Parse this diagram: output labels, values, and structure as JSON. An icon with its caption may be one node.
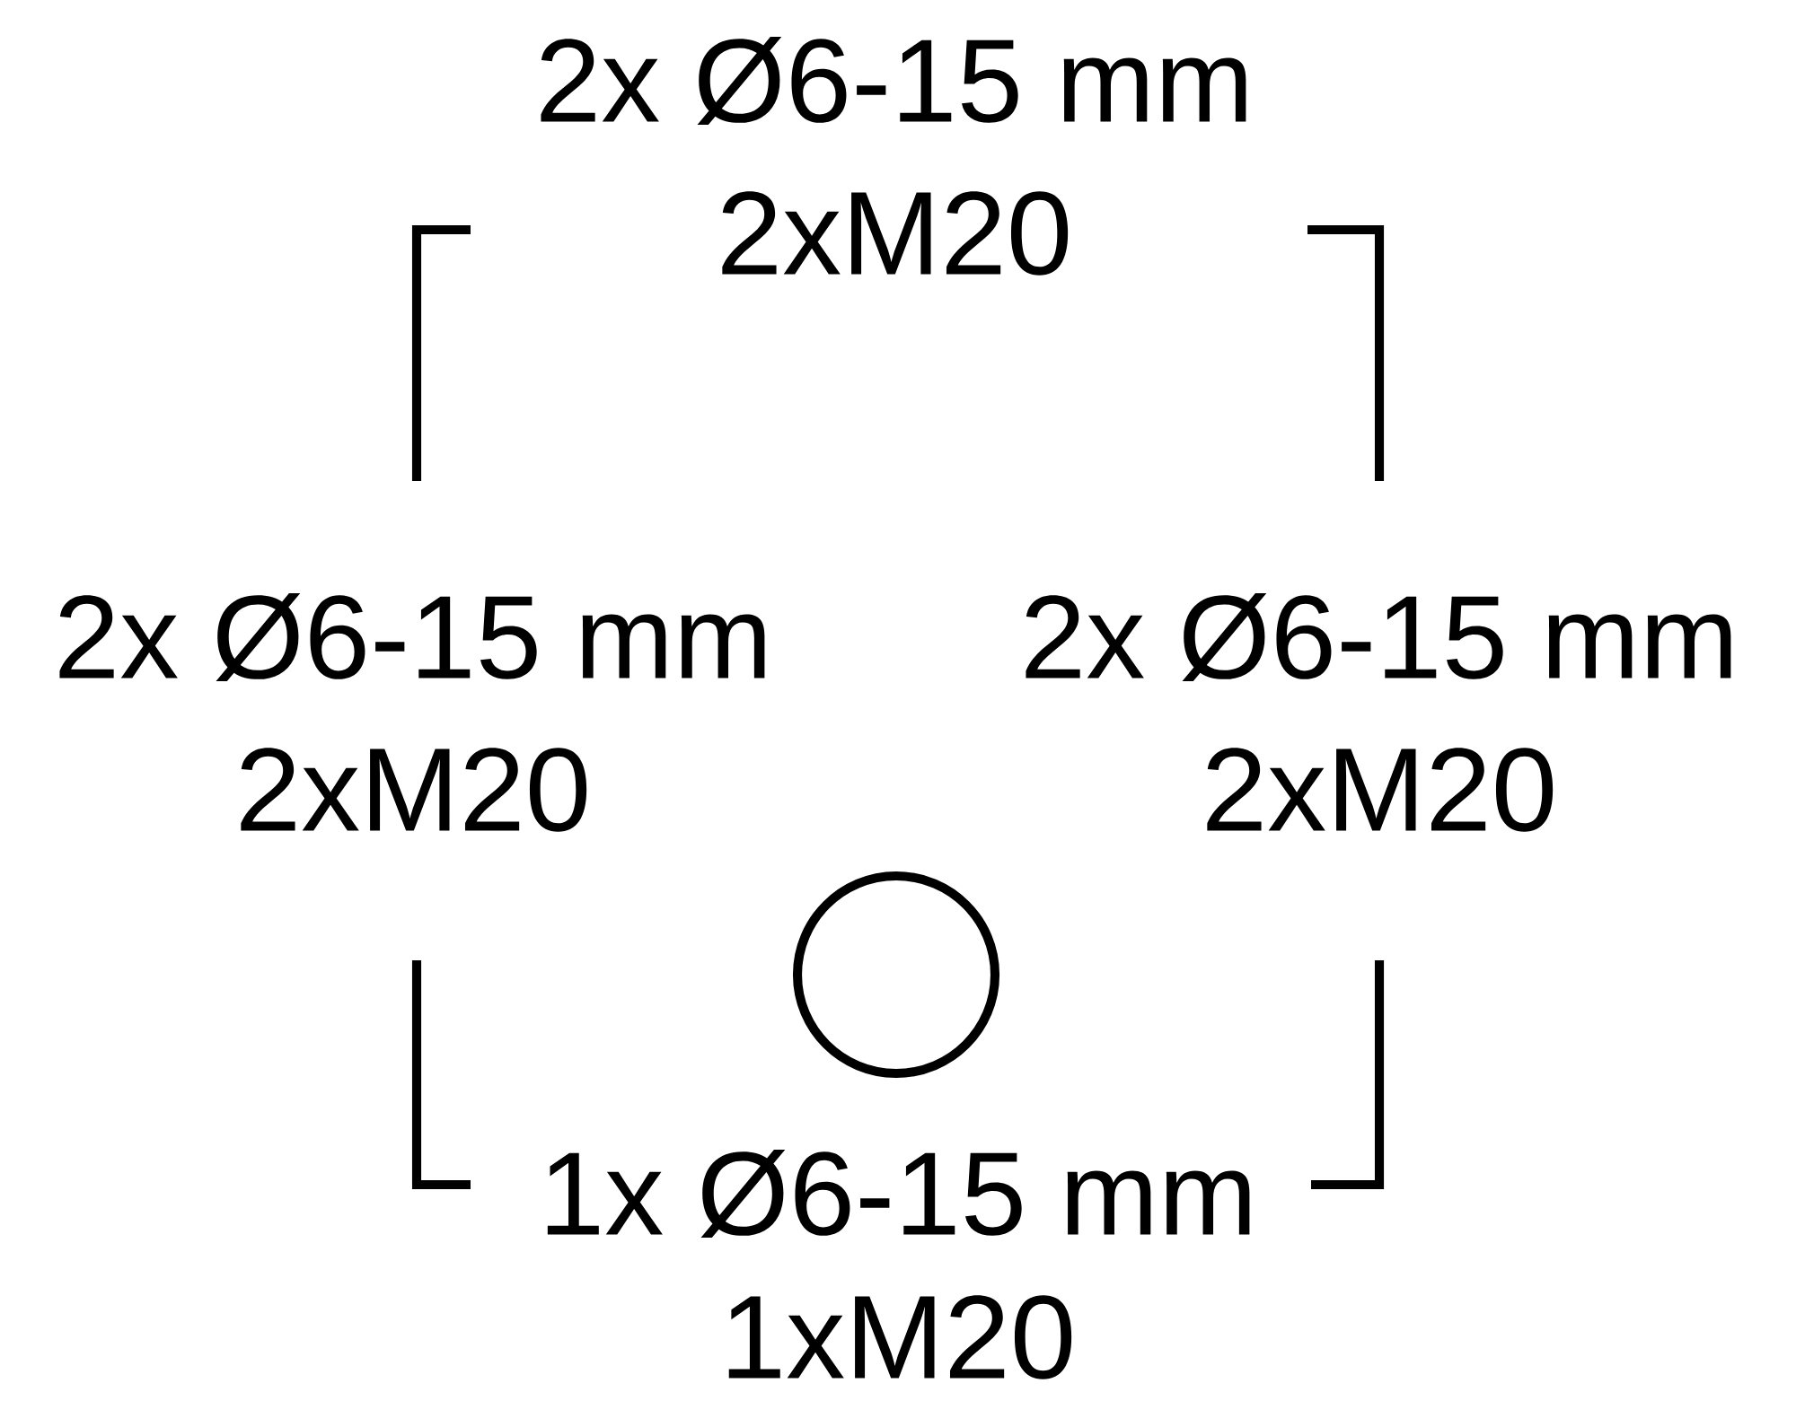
{
  "diagram": {
    "nodes": [
      {
        "text": [],
        "shape": "circle"
      }
    ],
    "labels": [
      "2x Ø6-15 mm",
      "2xM20",
      "2x Ø6-15 mm",
      "2xM20",
      "2x Ø6-15 mm",
      "2xM20",
      "1x Ø6-15 mm",
      "1xM20"
    ]
  }
}
